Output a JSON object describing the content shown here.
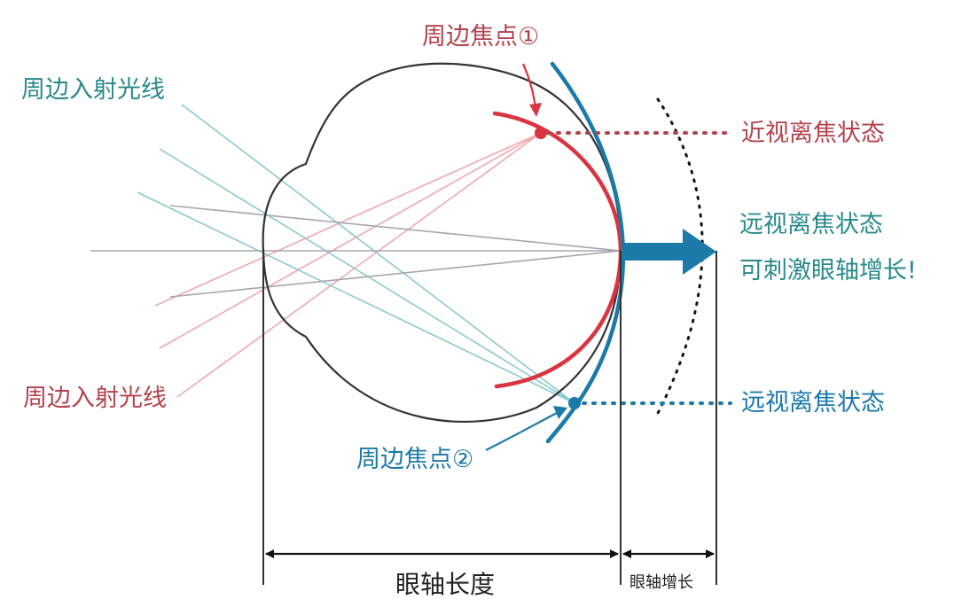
{
  "labels": {
    "peripheral_focus_1": "周边焦点①",
    "peripheral_rays_top": "周边入射光线",
    "myopic_defocus": "近视离焦状态",
    "hyperopic_defocus_1": "远视离焦状态",
    "stimulate_growth": "可刺激眼轴增长!",
    "peripheral_rays_bottom": "周边入射光线",
    "hyperopic_defocus_2": "远视离焦状态",
    "peripheral_focus_2": "周边焦点②",
    "axial_length": "眼轴长度",
    "axial_growth": "眼轴增长"
  },
  "colors": {
    "red": "#d9343f",
    "red_label": "#b2434d",
    "teal_label": "#2a8a8c",
    "blue": "#1c7aa8",
    "blue_label": "#1c7aa8",
    "eye_outline": "#333333",
    "pink_ray": "#f0a8ae",
    "teal_ray": "#8cc9cf",
    "gray_ray": "#a6a6b0"
  }
}
